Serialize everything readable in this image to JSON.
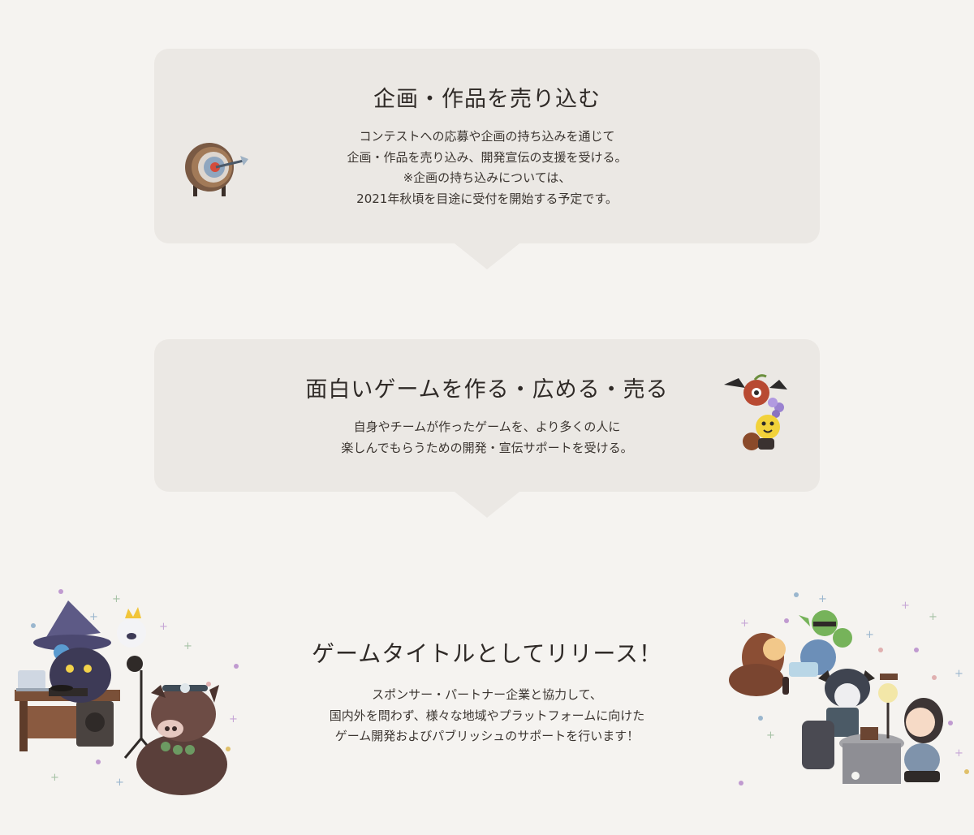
{
  "card_planning": {
    "title": "企画・作品を売り込む",
    "lines": [
      "コンテストへの応募や企画の持ち込みを通じて",
      "企画・作品を売り込み、開発宣伝の支援を受ける。",
      "※企画の持ち込みについては、",
      "2021年秋頃を目途に受付を開始する予定です。"
    ],
    "icon": "target-with-arrow-icon"
  },
  "card_game": {
    "title": "面白いゲームを作る・広める・売る",
    "lines": [
      "自身やチームが作ったゲームを、より多くの人に",
      "楽しんでもらうための開発・宣伝サポートを受ける。"
    ],
    "icon": "fruit-creatures-icon"
  },
  "release": {
    "title": "ゲームタイトルとしてリリース！",
    "lines": [
      "スポンサー・パートナー企業と協力して、",
      "国内外を問わず、様々な地域やプラットフォームに向けた",
      "ゲーム開発およびパブリッシュのサポートを行います！"
    ],
    "left_illustration": "witch-dj-and-boar-illustration",
    "right_illustration": "adventurers-party-illustration"
  }
}
